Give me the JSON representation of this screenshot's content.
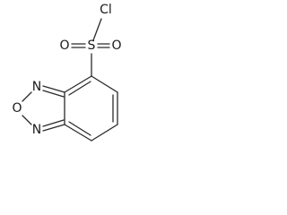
{
  "molecule": {
    "atoms": {
      "cl": "Cl",
      "s": "S",
      "o_left": "O",
      "o_right": "O",
      "n_top": "N",
      "o_ring": "O",
      "n_bottom": "N"
    }
  }
}
